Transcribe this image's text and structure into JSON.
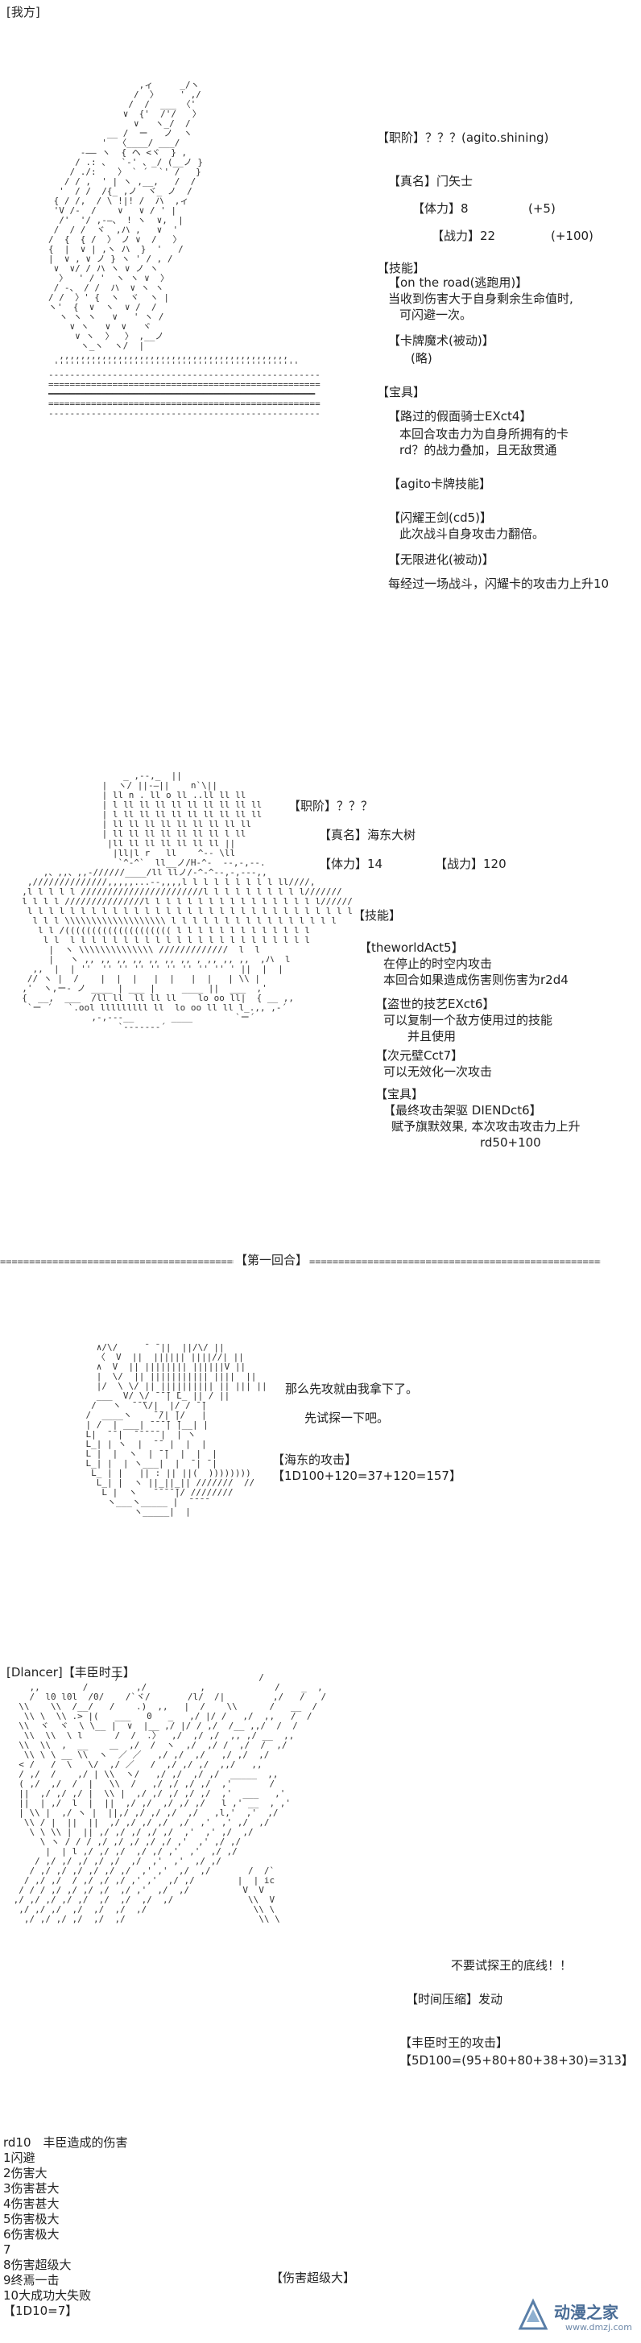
{
  "header": {
    "side_label": "[我方]"
  },
  "ally": {
    "rank": "【职阶】？？？(agito.shining)",
    "true_name": "【真名】门矢士",
    "hp_label": "【体力】8",
    "hp_bonus": "(+5)",
    "power_label": "【战力】22",
    "power_bonus": "(+100)",
    "skills_title": "【技能】",
    "skill1_name": "【on the road(逃跑用)】",
    "skill1_desc1": "当收到伤害大于自身剩余生命值时,",
    "skill1_desc2": "可闪避一次。",
    "skill2_name": "【卡牌魔术(被动)】",
    "skill2_desc": "(略)",
    "treasure_title": "【宝具】",
    "t1_name": "【路过的假面骑士EXct4】",
    "t1_desc1": "本回合攻击力为自身所拥有的卡",
    "t1_desc2": "rd？的战力叠加，且无敌贯通",
    "t2_name": "【agito卡牌技能】",
    "t3_name": "【闪耀王剑(cd5)】",
    "t3_desc": "此次战斗自身攻击力翻倍。",
    "t4_name": "【无限进化(被动)】",
    "t4_desc": "每经过一场战斗，闪耀卡的攻击力上升10"
  },
  "enemy": {
    "rank": "【职阶】？？？",
    "true_name": "【真名】海东大树",
    "hp_label": "【体力】14",
    "power_label": "【战力】120",
    "skills_title": "【技能】",
    "s1_name": "【theworldAct5】",
    "s1_desc1": "在停止的时空内攻击",
    "s1_desc2": "本回合如果造成伤害则伤害为r2d4",
    "s2_name": "【盗世的技艺EXct6】",
    "s2_desc1": "可以复制一个敌方使用过的技能",
    "s2_desc2": "并且使用",
    "s3_name": "【次元壁Cct7】",
    "s3_desc": "可以无效化一次攻击",
    "treasure_title": "【宝具】",
    "t1_name": "【最终攻击架驱 DIENDct6】",
    "t1_desc1": "赋予旗默效果, 本次攻击攻击力上升",
    "t1_desc2": "rd50+100"
  },
  "round": {
    "divider": "【第一回合】"
  },
  "scene1": {
    "line1": "那么先攻就由我拿下了。",
    "line2": "先试探一下吧。",
    "roll": "【海东的攻击】",
    "roll_result": "【1D100+120=37+120=157】"
  },
  "scene2": {
    "speaker": "[Dlancer]【丰臣时王】",
    "line1": "不要试探王的底线！！",
    "line2": "【时间压缩】发动",
    "roll": "【丰臣时王的攻击】",
    "roll_result": "【5D100=(95+80+80+38+30)=313】"
  },
  "damage_table": {
    "title": "rd10　丰臣造成的伤害",
    "rows": [
      "1闪避",
      "2伤害大",
      "3伤害甚大",
      "4伤害甚大",
      "5伤害极大",
      "6伤害极大",
      "7",
      "8伤害超级大",
      "9终焉一击",
      "10大成功大失败"
    ],
    "result": "【1D10=7】",
    "verdict": "【伤害超级大】"
  },
  "watermark": {
    "brand": "动漫之家",
    "url": "www.dmzj.com"
  }
}
